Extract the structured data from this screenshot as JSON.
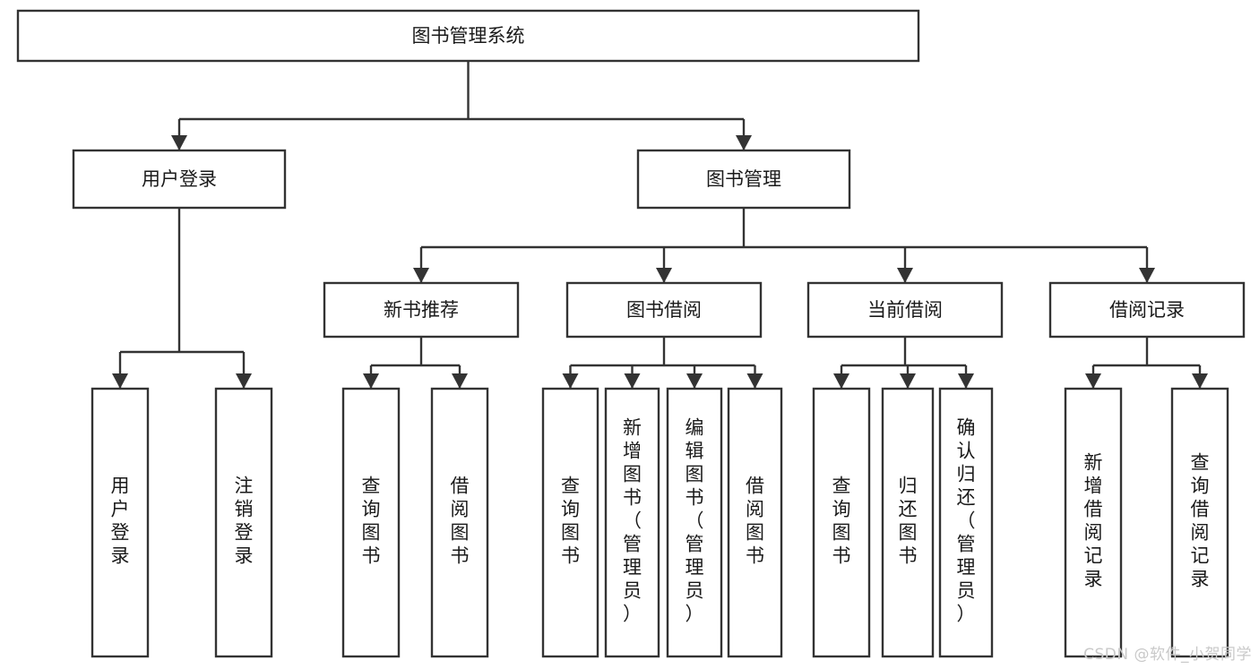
{
  "diagram": {
    "type": "tree-hierarchy",
    "title": "图书管理系统",
    "orientation": "top-down",
    "colors": {
      "box_fill": "#ffffff",
      "box_stroke": "#333333",
      "text": "#1a1a1a",
      "watermark": "#c9c9c9",
      "background": "#ffffff"
    },
    "root": {
      "label": "图书管理系统",
      "orientation": "horizontal"
    },
    "level2": [
      {
        "label": "用户登录",
        "orientation": "horizontal"
      },
      {
        "label": "图书管理",
        "orientation": "horizontal"
      }
    ],
    "level3": [
      {
        "label": "新书推荐",
        "orientation": "horizontal"
      },
      {
        "label": "图书借阅",
        "orientation": "horizontal"
      },
      {
        "label": "当前借阅",
        "orientation": "horizontal"
      },
      {
        "label": "借阅记录",
        "orientation": "horizontal"
      }
    ],
    "leaves": {
      "用户登录": [
        {
          "label": "用户登录",
          "orientation": "vertical"
        },
        {
          "label": "注销登录",
          "orientation": "vertical"
        }
      ],
      "新书推荐": [
        {
          "label": "查询图书",
          "orientation": "vertical"
        },
        {
          "label": "借阅图书",
          "orientation": "vertical"
        }
      ],
      "图书借阅": [
        {
          "label": "查询图书",
          "orientation": "vertical"
        },
        {
          "label": "新增图书（管理员）",
          "orientation": "vertical"
        },
        {
          "label": "编辑图书（管理员）",
          "orientation": "vertical"
        },
        {
          "label": "借阅图书",
          "orientation": "vertical"
        }
      ],
      "当前借阅": [
        {
          "label": "查询图书",
          "orientation": "vertical"
        },
        {
          "label": "归还图书",
          "orientation": "vertical"
        },
        {
          "label": "确认归还（管理员）",
          "orientation": "vertical"
        }
      ],
      "借阅记录": [
        {
          "label": "新增借阅记录",
          "orientation": "vertical"
        },
        {
          "label": "查询借阅记录",
          "orientation": "vertical"
        }
      ]
    }
  },
  "watermark": {
    "text": "CSDN @软件_小贺同学"
  }
}
